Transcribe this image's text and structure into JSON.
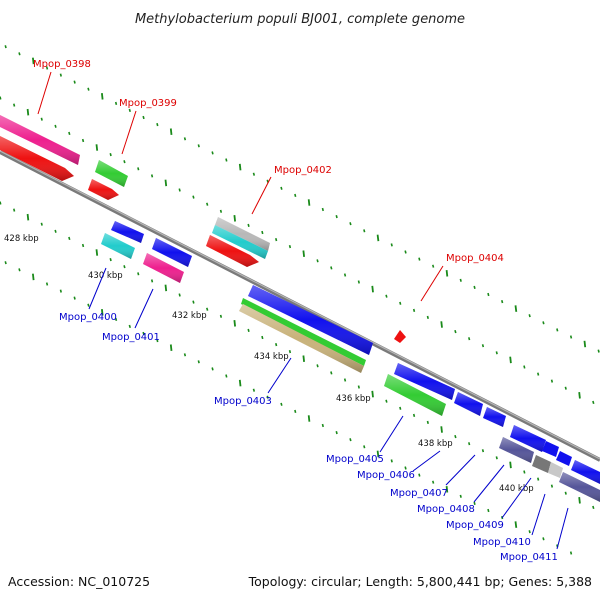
{
  "title": "Methylobacterium populi BJ001, complete genome",
  "footer": {
    "accession": "Accession: NC_010725",
    "stats": "Topology: circular; Length: 5,800,441 bp; Genes: 5,388"
  },
  "colors": {
    "top_strand_label": "#dd0000",
    "bottom_strand_label": "#0000cc",
    "tick": "#1a8a1a",
    "backbone": "#8a8a8a",
    "pink": "#ee1f8e",
    "red": "#ee1111",
    "green": "#33cc33",
    "cyan": "#22cccc",
    "blue": "#1111ee",
    "tan": "#c8b27a",
    "gray": "#b8b8b8",
    "slate": "#555599",
    "darkgray": "#777777"
  },
  "kbp_labels": [
    "428 kbp",
    "430 kbp",
    "432 kbp",
    "434 kbp",
    "436 kbp",
    "438 kbp",
    "440 kbp"
  ],
  "gene_labels": {
    "top": [
      "Mpop_0398",
      "Mpop_0399",
      "Mpop_0402",
      "Mpop_0404"
    ],
    "bottom": [
      "Mpop_0400",
      "Mpop_0401",
      "Mpop_0403",
      "Mpop_0405",
      "Mpop_0406",
      "Mpop_0407",
      "Mpop_0408",
      "Mpop_0409",
      "Mpop_0410",
      "Mpop_0411"
    ]
  }
}
